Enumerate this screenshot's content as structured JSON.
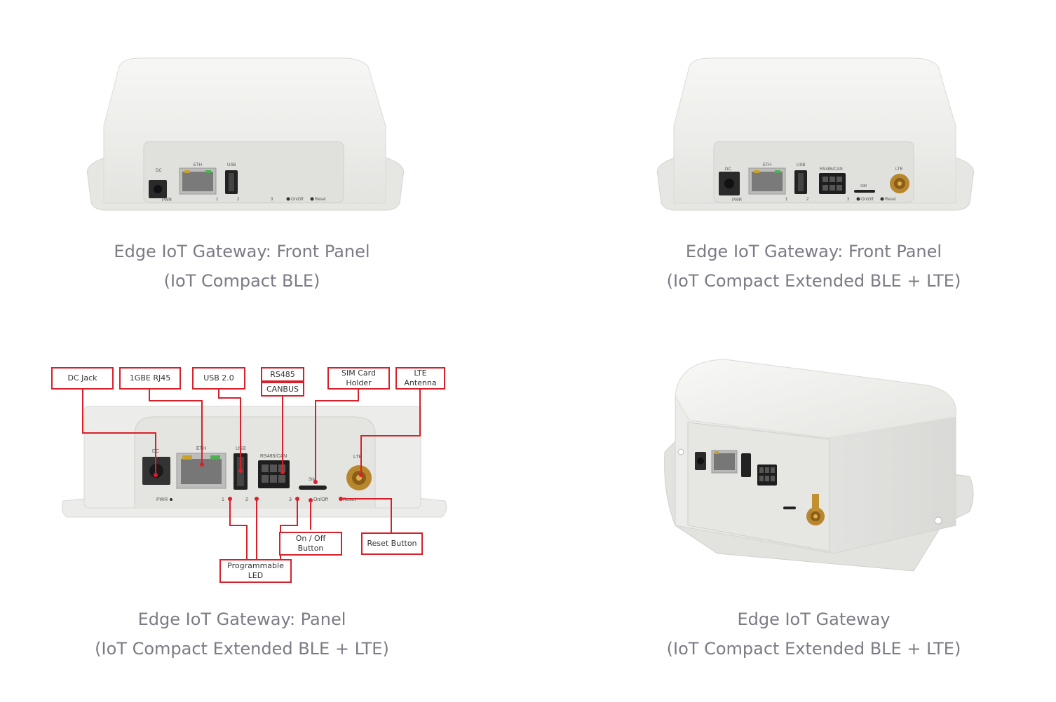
{
  "panels": [
    {
      "title": "Edge IoT Gateway: Front Panel",
      "subtitle": "(IoT Compact BLE)",
      "labels": [
        "DC",
        "ETH",
        "USB",
        "PWR",
        "1",
        "2",
        "3",
        "On/Off",
        "Reset"
      ]
    },
    {
      "title": "Edge IoT Gateway: Front Panel",
      "subtitle": "(IoT Compact Extended BLE + LTE)",
      "labels": [
        "DC",
        "ETH",
        "USB",
        "RS485/CAN",
        "SIM",
        "LTE",
        "PWR",
        "1",
        "2",
        "3",
        "On/Off",
        "Reset"
      ]
    },
    {
      "title": "Edge IoT Gateway: Panel",
      "subtitle": "(IoT Compact Extended BLE + LTE)",
      "callouts": {
        "dc_jack": "DC Jack",
        "rj45": "1GBE RJ45",
        "usb": "USB 2.0",
        "rs485": "RS485",
        "canbus": "CANBUS",
        "sim": "SIM Card\nHolder",
        "lte": "LTE\nAntenna",
        "onoff": "On / Off\nButton",
        "reset": "Reset Button",
        "led": "Programmable\nLED"
      },
      "labels": [
        "DC",
        "ETH",
        "USB",
        "RS485/CAN",
        "SIM",
        "LTE",
        "PWR",
        "1",
        "2",
        "3",
        "On/Off",
        "Reset"
      ]
    },
    {
      "title": "Edge IoT Gateway",
      "subtitle": "(IoT Compact Extended BLE + LTE)"
    }
  ],
  "colors": {
    "caption": "#7b7b86",
    "accent": "#d8202a",
    "device": "#ececea"
  }
}
